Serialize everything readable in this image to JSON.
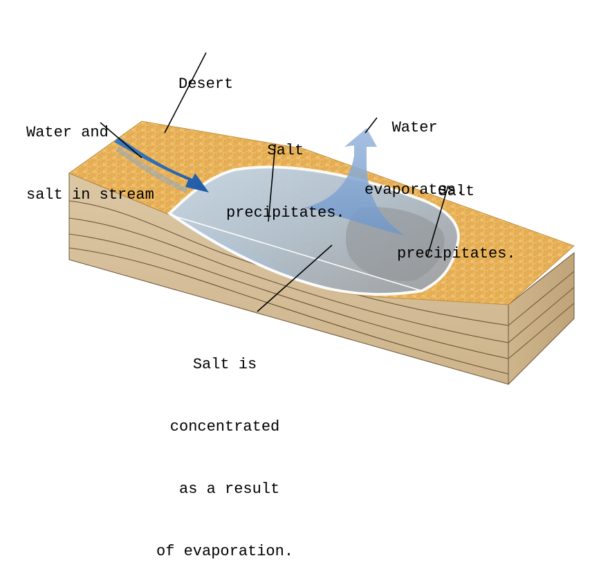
{
  "labels": {
    "desert": "Desert",
    "stream": [
      "Water and",
      "salt in stream"
    ],
    "salt_precip_center": [
      "Salt",
      "precipitates."
    ],
    "water_evap": [
      "Water",
      "evaporates."
    ],
    "salt_precip_right": [
      "Salt",
      "precipitates."
    ],
    "salt_concentrated": [
      "Salt is",
      "concentrated",
      " as a result",
      "of evaporation."
    ]
  },
  "colors": {
    "desert_sand": "#e8b35a",
    "rock_layer": "#d8c3a0",
    "rock_line": "#6b5336",
    "water": "#aac8e4",
    "salt_flat": "#9fa5ad",
    "stream_arrow": "#2f6db5",
    "evaporation_arrow": "#7fa3cf"
  }
}
